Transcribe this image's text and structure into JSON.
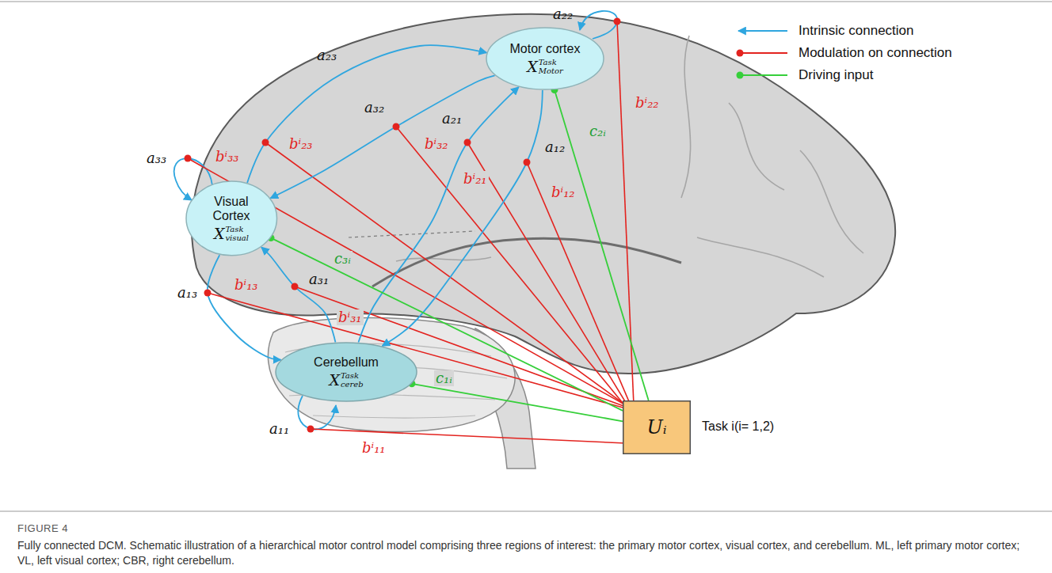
{
  "diagram": {
    "title": "FIGURE 4",
    "caption": "Fully connected DCM. Schematic illustration of a hierarchical motor control model comprising three regions of interest: the primary motor cortex, visual cortex, and cerebellum. ML, left primary motor cortex; VL, left visual cortex; CBR, right cerebellum.",
    "nodes": [
      {
        "text": [
          "Motor cortex",
          "X",
          "Task",
          "Motor"
        ]
      },
      {
        "text": [
          "Visual Cortex",
          "X",
          "Task",
          "visual"
        ]
      },
      {
        "text": [
          "Cerebellum",
          "X",
          "Task",
          "cereb"
        ]
      },
      {
        "text": [
          "Uᵢ"
        ]
      }
    ],
    "edges": [
      {
        "from": 1,
        "to": 0,
        "arrow": "to",
        "label": "a₂₃"
      },
      {
        "from": 0,
        "to": 1,
        "arrow": "to",
        "label": "a₃₂"
      },
      {
        "from": 2,
        "to": 0,
        "arrow": "to",
        "label": "a₂₁"
      },
      {
        "from": 0,
        "to": 2,
        "arrow": "to",
        "label": "a₁₂"
      },
      {
        "from": 1,
        "to": 2,
        "arrow": "to",
        "label": "a₁₃"
      },
      {
        "from": 2,
        "to": 1,
        "arrow": "to",
        "label": "a₃₁"
      },
      {
        "from": 3,
        "to": 0,
        "arrow": "none",
        "label": "c₂ᵢ"
      },
      {
        "from": 3,
        "to": 1,
        "arrow": "none",
        "label": "c₃ᵢ"
      },
      {
        "from": 3,
        "to": 2,
        "arrow": "none",
        "label": "c₁ᵢ"
      }
    ],
    "labels": [
      "a₂₂",
      "bⁱ₂₂",
      "a₃₃",
      "bⁱ₃₃",
      "a₁₁",
      "bⁱ₁₁",
      "bⁱ₂₃",
      "bⁱ₃₂",
      "bⁱ₂₁",
      "bⁱ₁₂",
      "bⁱ₃₁",
      "bⁱ₁₃",
      "Task i(i= 1,2)"
    ],
    "legend": [
      {
        "text": "Intrinsic connection"
      },
      {
        "text": "Modulation on connection"
      },
      {
        "text": "Driving input"
      }
    ]
  }
}
